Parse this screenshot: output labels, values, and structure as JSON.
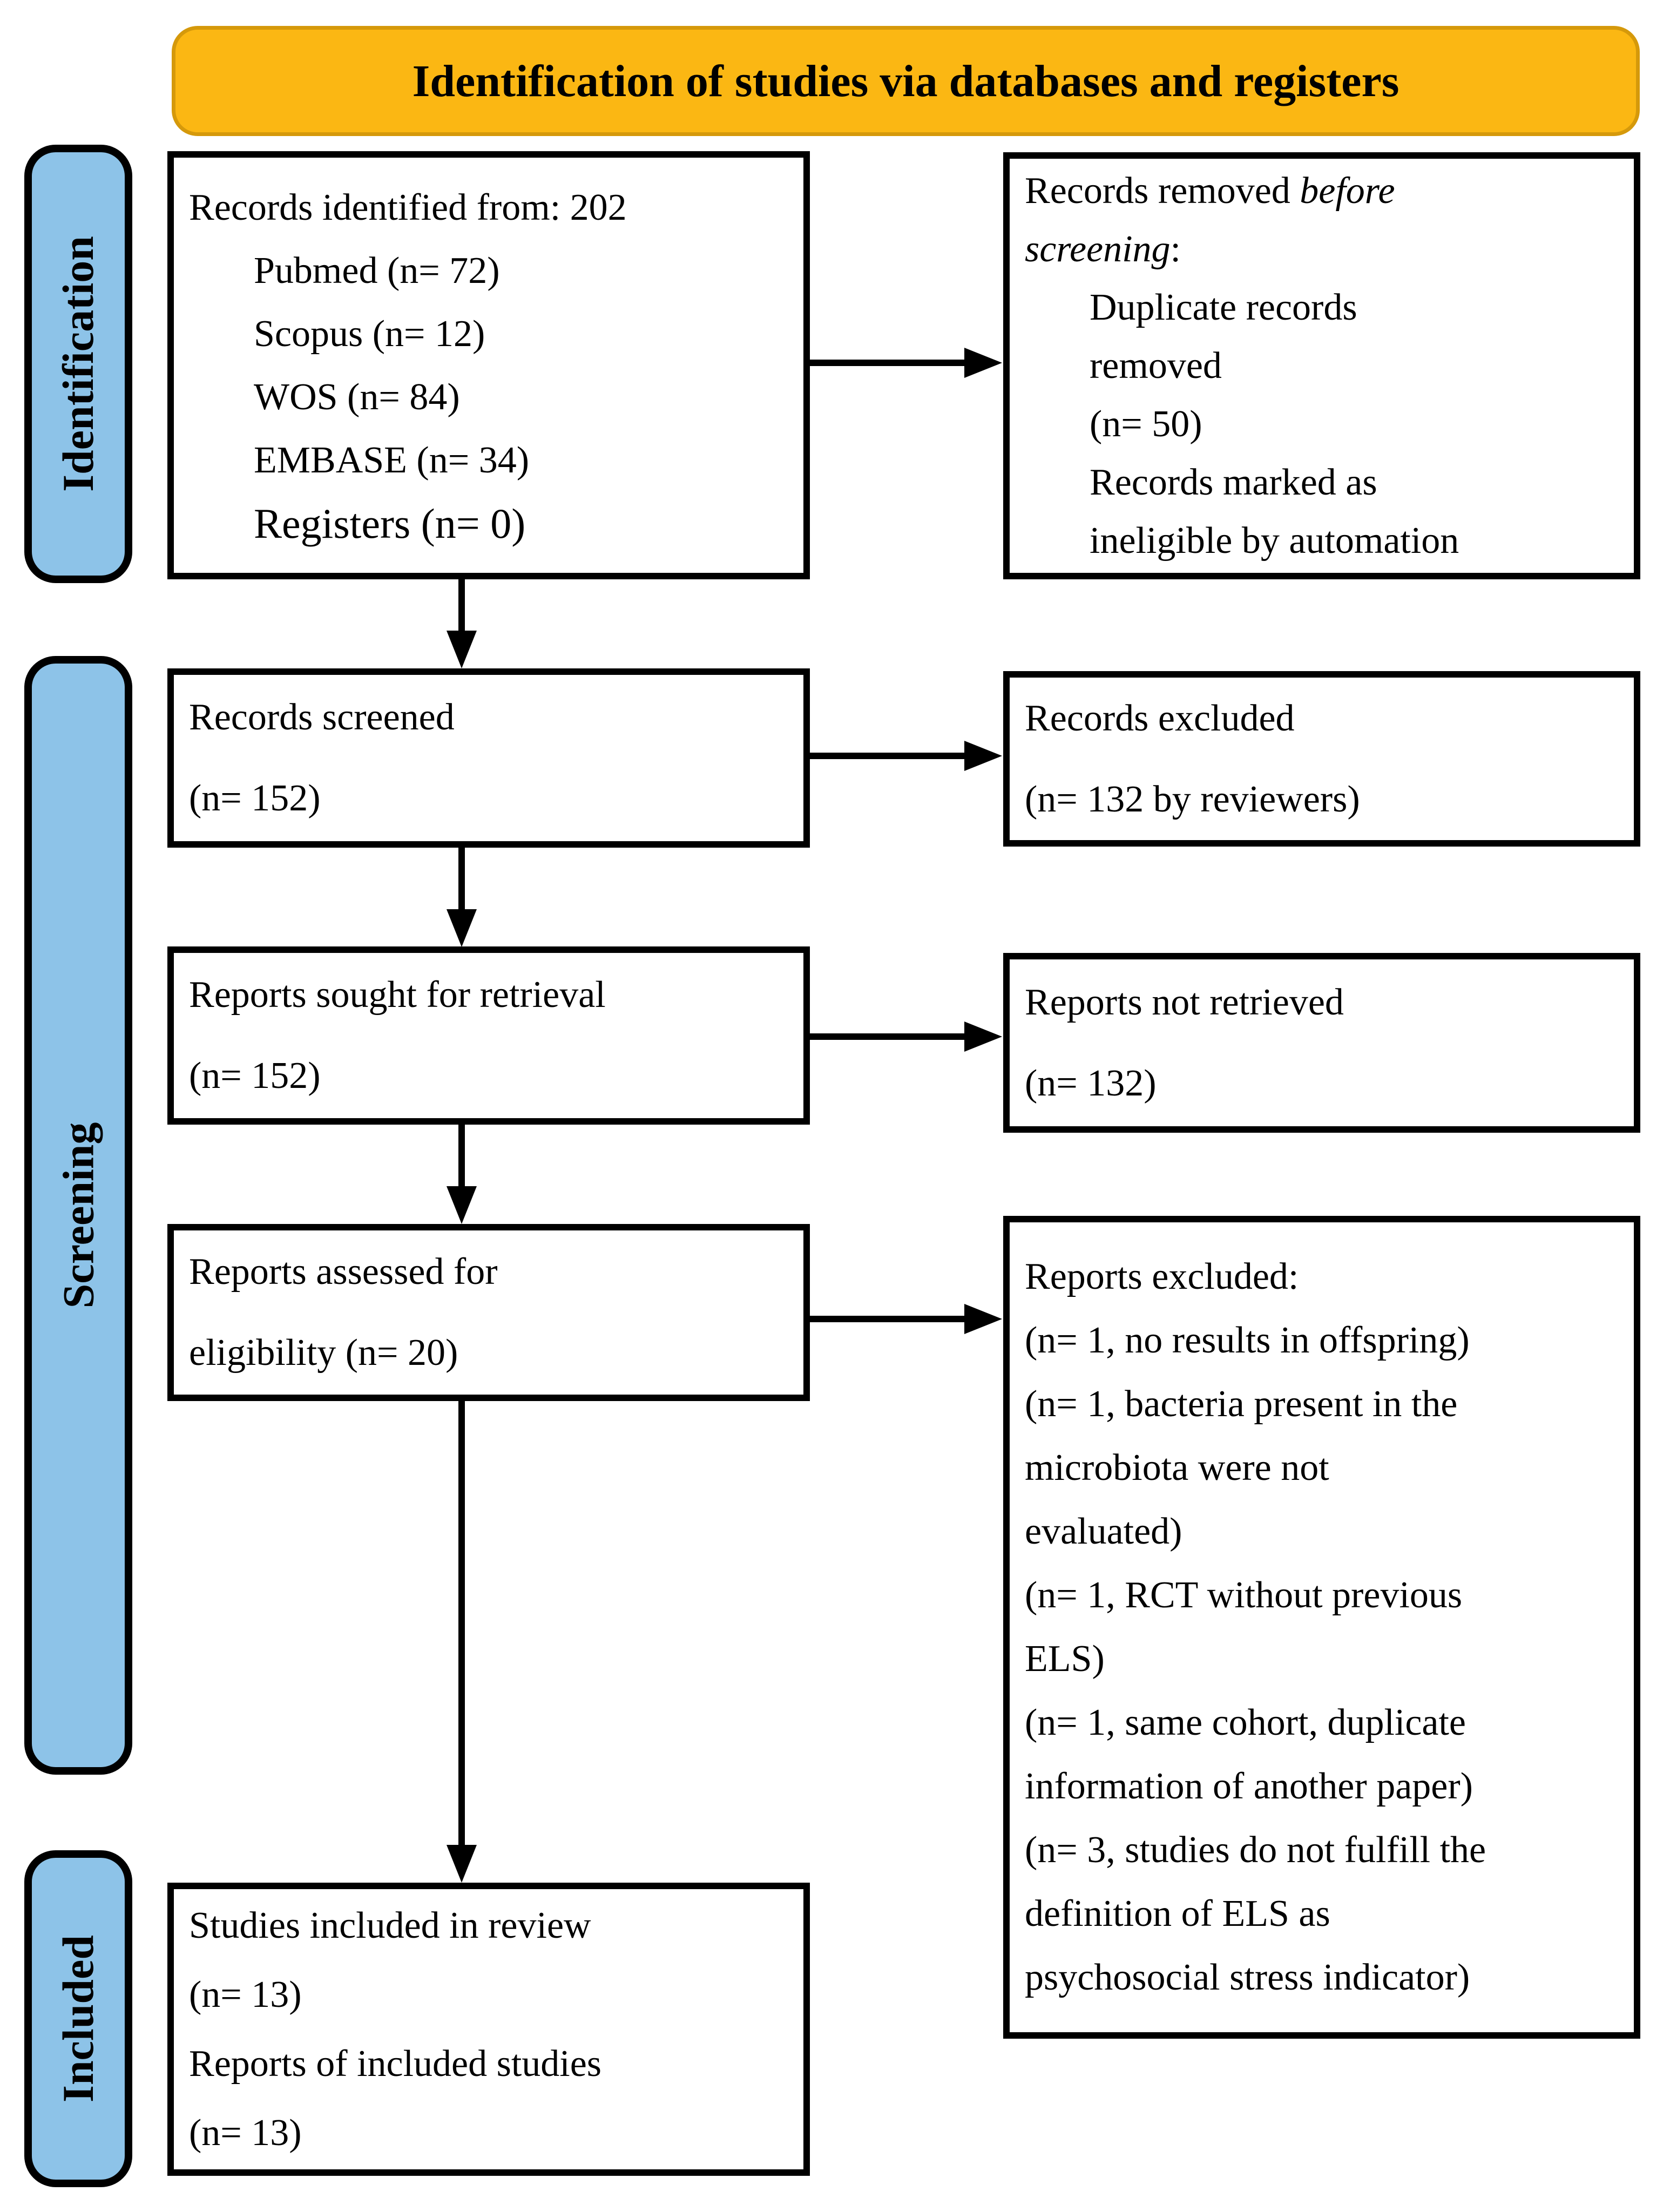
{
  "title": {
    "banner": "Identification of studies via databases and registers"
  },
  "side_labels": [
    {
      "label": "Identification"
    },
    {
      "label": "Screening"
    },
    {
      "label": "Included"
    }
  ],
  "colors": {
    "banner_fill": "#FBB713",
    "banner_border": "#D5990B",
    "band_fill": "#8DC3E8",
    "line": "#000000"
  },
  "boxes": {
    "identified": {
      "lines": [
        {
          "runs": [
            {
              "t": "Records identified from: 202"
            }
          ]
        },
        {
          "runs": [
            {
              "t": "Pubmed (n= 72)"
            }
          ],
          "indent": 1
        },
        {
          "runs": [
            {
              "t": "Scopus (n= 12)"
            }
          ],
          "indent": 1
        },
        {
          "runs": [
            {
              "t": "WOS (n= 84)"
            }
          ],
          "indent": 1
        },
        {
          "runs": [
            {
              "t": "EMBASE (n= 34)"
            }
          ],
          "indent": 1
        },
        {
          "runs": [
            {
              "t": "Registers (n= 0)"
            }
          ],
          "indent": 1,
          "lg": true
        }
      ]
    },
    "removed_before": {
      "lines": [
        {
          "runs": [
            {
              "t": "Records removed "
            },
            {
              "t": "before",
              "i": true
            }
          ]
        },
        {
          "runs": [
            {
              "t": "screening",
              "i": true
            },
            {
              "t": ":"
            }
          ]
        },
        {
          "runs": [
            {
              "t": "Duplicate records"
            }
          ],
          "indent": 1
        },
        {
          "runs": [
            {
              "t": "removed"
            }
          ],
          "indent": 1
        },
        {
          "runs": [
            {
              "t": "(n= 50)"
            }
          ],
          "indent": 1
        },
        {
          "runs": [
            {
              "t": "Records marked as"
            }
          ],
          "indent": 1
        },
        {
          "runs": [
            {
              "t": "ineligible by automation"
            }
          ],
          "indent": 1
        }
      ]
    },
    "screened": {
      "lines": [
        {
          "runs": [
            {
              "t": "Records screened"
            }
          ]
        },
        {
          "runs": [
            {
              "t": "(n= 152)"
            }
          ]
        }
      ]
    },
    "excluded": {
      "lines": [
        {
          "runs": [
            {
              "t": "Records excluded"
            }
          ]
        },
        {
          "runs": [
            {
              "t": "(n= 132 by reviewers)"
            }
          ]
        }
      ]
    },
    "sought": {
      "lines": [
        {
          "runs": [
            {
              "t": "Reports sought for retrieval"
            }
          ]
        },
        {
          "runs": [
            {
              "t": "(n= 152)"
            }
          ]
        }
      ]
    },
    "not_retrieved": {
      "lines": [
        {
          "runs": [
            {
              "t": "Reports not retrieved"
            }
          ]
        },
        {
          "runs": [
            {
              "t": "(n= 132)"
            }
          ]
        }
      ]
    },
    "assessed": {
      "lines": [
        {
          "runs": [
            {
              "t": "Reports assessed for"
            }
          ]
        },
        {
          "runs": [
            {
              "t": "eligibility (n= 20)"
            }
          ]
        }
      ]
    },
    "reports_excluded": {
      "lines": [
        {
          "runs": [
            {
              "t": "Reports excluded:"
            }
          ]
        },
        {
          "runs": [
            {
              "t": "(n= 1, no results in offspring)"
            }
          ]
        },
        {
          "runs": [
            {
              "t": "(n= 1, bacteria present in the"
            }
          ]
        },
        {
          "runs": [
            {
              "t": "microbiota were not"
            }
          ]
        },
        {
          "runs": [
            {
              "t": "evaluated)"
            }
          ]
        },
        {
          "runs": [
            {
              "t": "(n= 1, RCT without previous"
            }
          ]
        },
        {
          "runs": [
            {
              "t": "ELS)"
            }
          ]
        },
        {
          "runs": [
            {
              "t": "(n= 1, same cohort, duplicate"
            }
          ]
        },
        {
          "runs": [
            {
              "t": "information of another paper)"
            }
          ]
        },
        {
          "runs": [
            {
              "t": "(n= 3, studies do not fulfill the"
            }
          ]
        },
        {
          "runs": [
            {
              "t": "definition of ELS as"
            }
          ]
        },
        {
          "runs": [
            {
              "t": "psychosocial stress indicator)"
            }
          ]
        }
      ]
    },
    "included_studies": {
      "lines": [
        {
          "runs": [
            {
              "t": "Studies included in review"
            }
          ]
        },
        {
          "runs": [
            {
              "t": "(n= 13)"
            }
          ]
        },
        {
          "runs": [
            {
              "t": "Reports of included studies"
            }
          ]
        },
        {
          "runs": [
            {
              "t": "(n= 13)"
            }
          ]
        }
      ]
    }
  }
}
